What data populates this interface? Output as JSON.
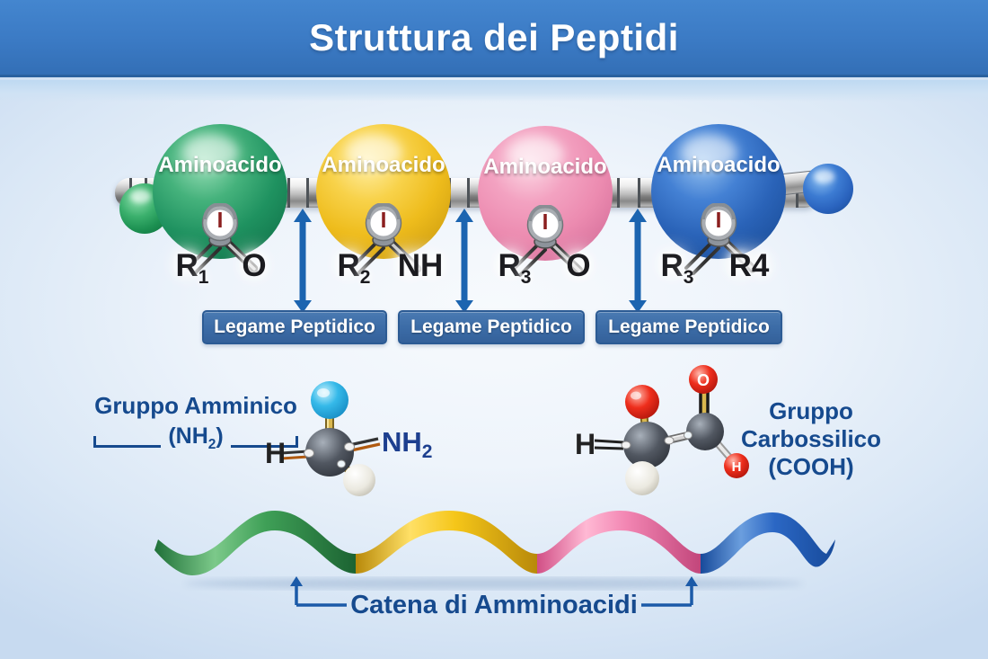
{
  "title": "Struttura dei Peptidi",
  "chain": {
    "units": [
      {
        "label": "Aminoacido",
        "left_base": "R",
        "left_sub": "1",
        "right_base": "O",
        "right_sub": ""
      },
      {
        "label": "Aminoacido",
        "left_base": "R",
        "left_sub": "2",
        "right_base": "NH",
        "right_sub": ""
      },
      {
        "label": "Aminoacido",
        "left_base": "R",
        "left_sub": "3",
        "right_base": "O",
        "right_sub": ""
      },
      {
        "label": "Aminoacido",
        "left_base": "R",
        "left_sub": "3",
        "right_base": "R4",
        "right_sub": ""
      }
    ],
    "bond_labels": [
      "Legame Peptidico",
      "Legame Peptidico",
      "Legame Peptidico"
    ]
  },
  "amino_group": {
    "title": "Gruppo Amminico",
    "formula_open": "(NH",
    "formula_sub": "2",
    "formula_close": ")",
    "h_label": "H",
    "nh_base": "NH",
    "nh_sub": "2"
  },
  "carboxyl_group": {
    "line1": "Gruppo",
    "line2": "Carbossilico",
    "line3": "(COOH)",
    "h_label": "H",
    "o_atom": "O",
    "h_atom": "H"
  },
  "chain_caption": "Catena di Amminoacidi",
  "colors": {
    "banner_blue": "#3b7ac4",
    "bond_box_blue": "#3c6ca7",
    "arrow_blue": "#1b64b0",
    "label_navy": "#164a8e",
    "sphere_green": "#1f9260",
    "sphere_yellow": "#eebc1c",
    "sphere_pink": "#ec8bb0",
    "sphere_blue": "#2a63b8",
    "ribbon_green": "#3fa057",
    "ribbon_yellow": "#f5c619",
    "ribbon_pink": "#f285b2",
    "ribbon_blue": "#2b67c4"
  }
}
